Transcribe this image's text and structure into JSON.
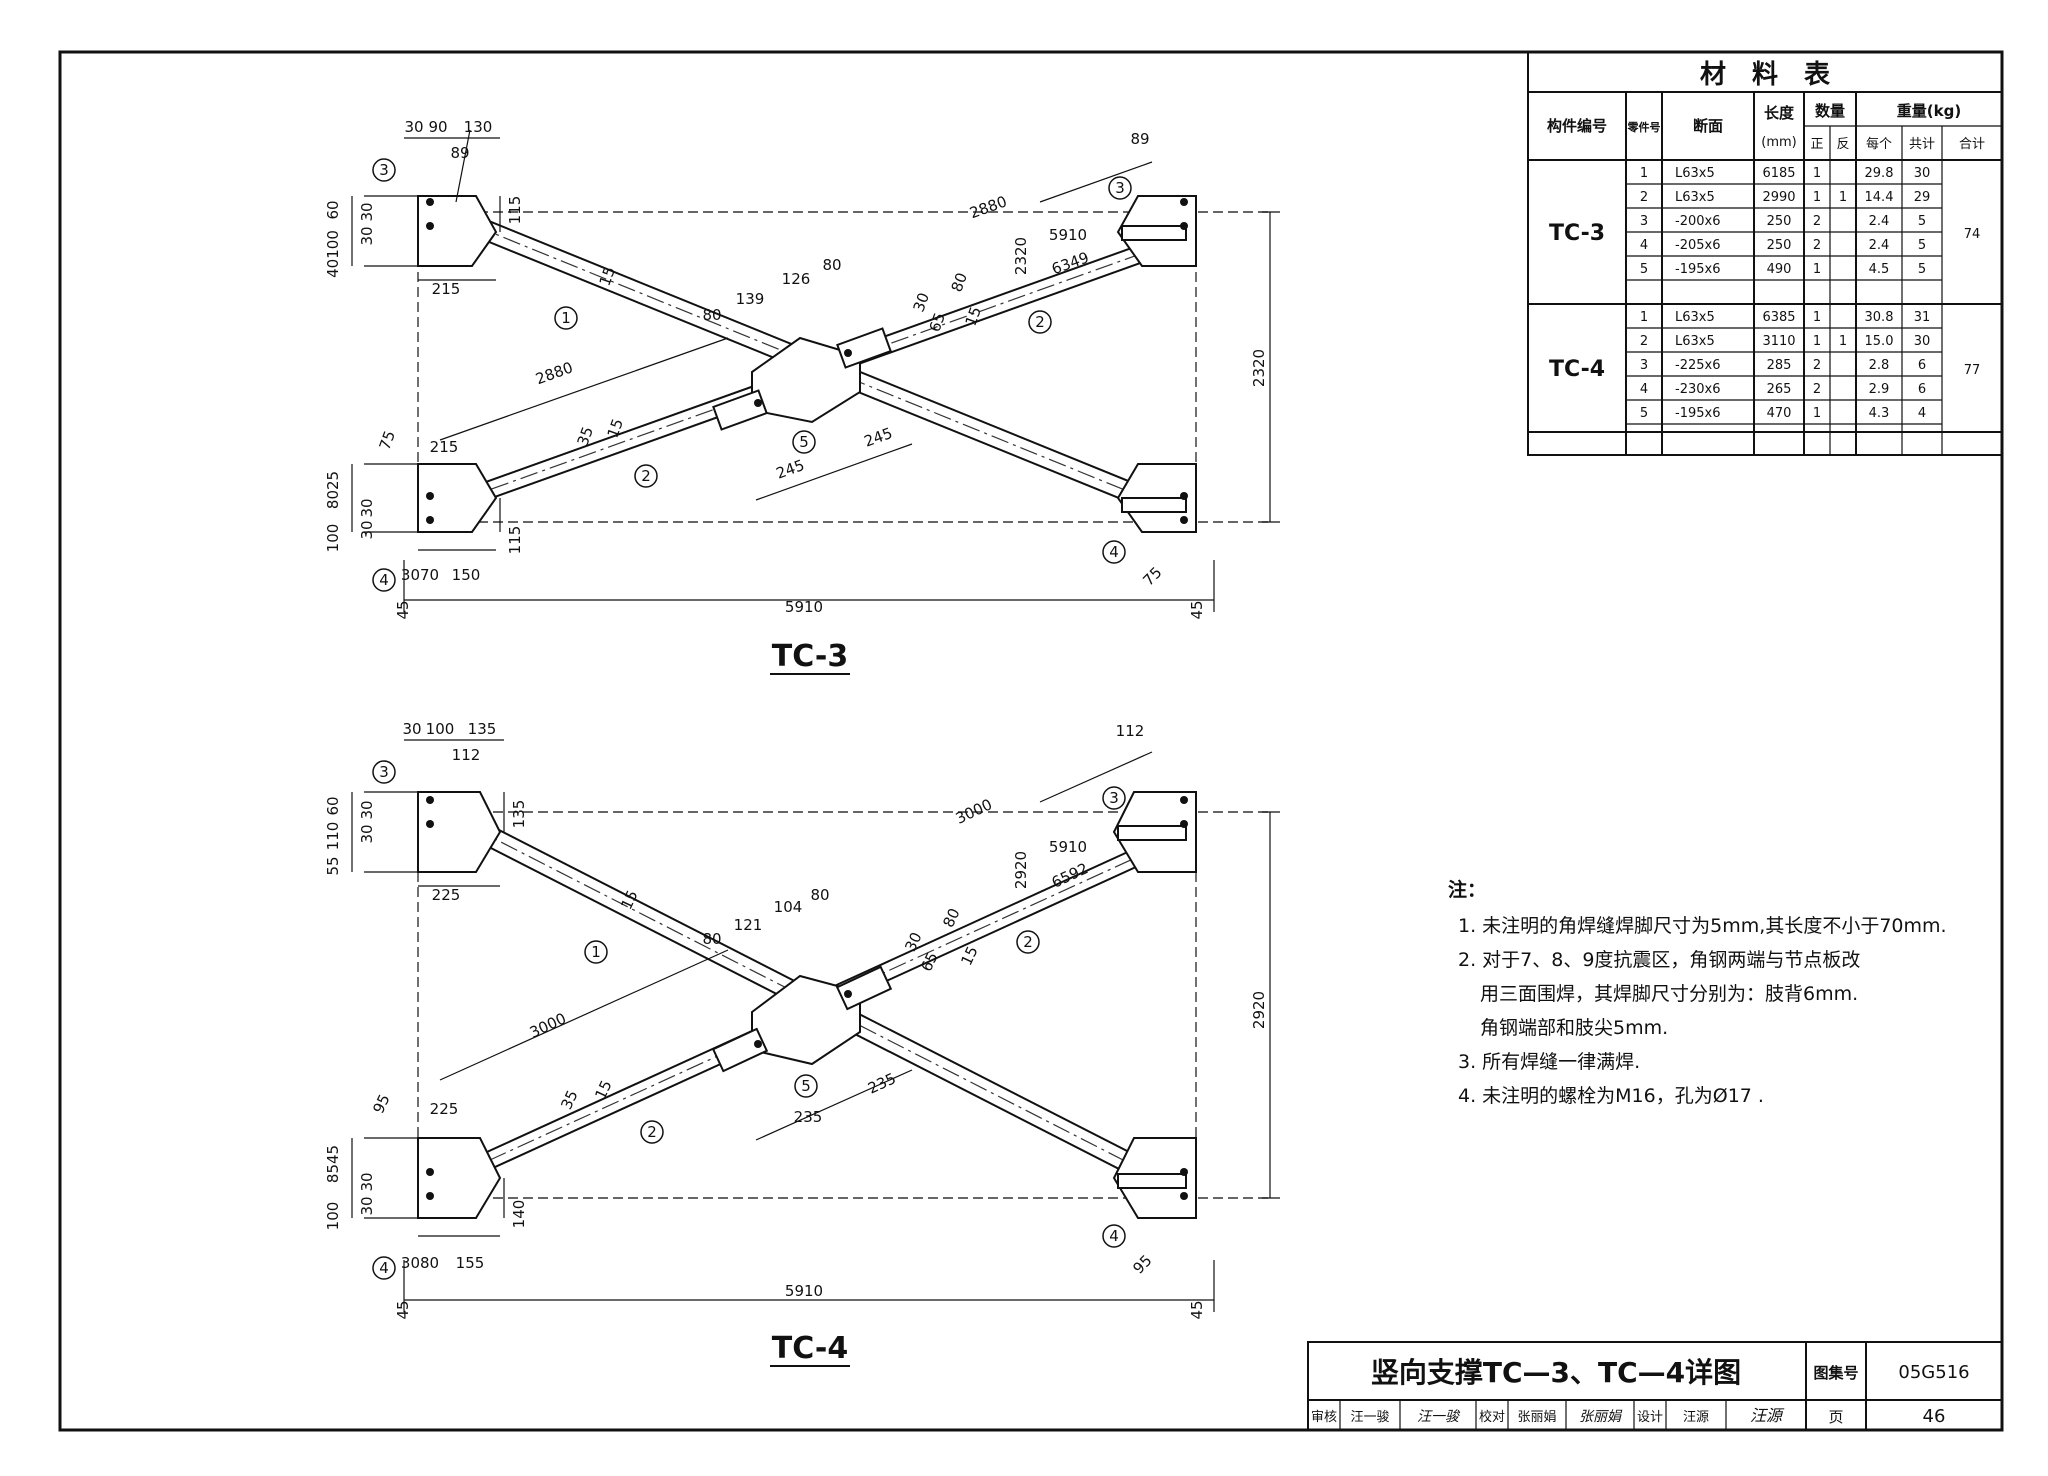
{
  "material_table": {
    "title": "材　料　表",
    "headers": {
      "member_no": "构件编号",
      "part_no": "零件号",
      "section": "断面",
      "length": "长度",
      "length_unit": "(mm)",
      "quantity": "数量",
      "qty_pos": "正",
      "qty_neg": "反",
      "weight": "重量(kg)",
      "w_each": "每个",
      "w_total": "共计",
      "w_sum": "合计"
    },
    "groups": [
      {
        "member": "TC-3",
        "total": "74",
        "rows": [
          {
            "part": "1",
            "section": "L63x5",
            "length": "6185",
            "pos": "1",
            "neg": "",
            "each": "29.8",
            "total": "30"
          },
          {
            "part": "2",
            "section": "L63x5",
            "length": "2990",
            "pos": "1",
            "neg": "1",
            "each": "14.4",
            "total": "29"
          },
          {
            "part": "3",
            "section": "-200x6",
            "length": "250",
            "pos": "2",
            "neg": "",
            "each": "2.4",
            "total": "5"
          },
          {
            "part": "4",
            "section": "-205x6",
            "length": "250",
            "pos": "2",
            "neg": "",
            "each": "2.4",
            "total": "5"
          },
          {
            "part": "5",
            "section": "-195x6",
            "length": "490",
            "pos": "1",
            "neg": "",
            "each": "4.5",
            "total": "5"
          }
        ]
      },
      {
        "member": "TC-4",
        "total": "77",
        "rows": [
          {
            "part": "1",
            "section": "L63x5",
            "length": "6385",
            "pos": "1",
            "neg": "",
            "each": "30.8",
            "total": "31"
          },
          {
            "part": "2",
            "section": "L63x5",
            "length": "3110",
            "pos": "1",
            "neg": "1",
            "each": "15.0",
            "total": "30"
          },
          {
            "part": "3",
            "section": "-225x6",
            "length": "285",
            "pos": "2",
            "neg": "",
            "each": "2.8",
            "total": "6"
          },
          {
            "part": "4",
            "section": "-230x6",
            "length": "265",
            "pos": "2",
            "neg": "",
            "each": "2.9",
            "total": "6"
          },
          {
            "part": "5",
            "section": "-195x6",
            "length": "470",
            "pos": "1",
            "neg": "",
            "each": "4.3",
            "total": "4"
          }
        ]
      }
    ]
  },
  "tc3": {
    "caption": "TC-3",
    "dims": {
      "top_30": "30",
      "top_90": "90",
      "top_130": "130",
      "ang_89a": "89",
      "ang_89b": "89",
      "left_60": "60",
      "left_40100": "40100",
      "left_30a": "30",
      "left_30b": "30",
      "v_115a": "115",
      "h_215a": "215",
      "diag_2880a": "2880",
      "diag_2320": "2320",
      "diag_5910": "5910",
      "diag_6349": "6349",
      "weld_15a": "15",
      "d_80a": "80",
      "d_139": "139",
      "d_126": "126",
      "d_80b": "80",
      "d_80c": "80",
      "d_30": "30",
      "d_65": "65",
      "d_15b": "15",
      "diag_2880b": "2880",
      "d_75": "75",
      "h_215b": "215",
      "d_35": "35",
      "d_15c": "15",
      "d_245a": "245",
      "d_245b": "245",
      "left_8025": "8025",
      "left_100": "100",
      "left_30c": "30",
      "left_30d": "30",
      "v_115b": "115",
      "b_3070": "3070",
      "b_150": "150",
      "b_45a": "45",
      "b_5910": "5910",
      "b_45b": "45",
      "r_2320": "2320",
      "ang_75": "75"
    },
    "bubbles": {
      "b1": "1",
      "b2a": "2",
      "b2b": "2",
      "b3a": "3",
      "b3b": "3",
      "b4a": "4",
      "b4b": "4",
      "b5": "5"
    }
  },
  "tc4": {
    "caption": "TC-4",
    "dims": {
      "top_30": "30",
      "top_100": "100",
      "top_135": "135",
      "ang_112a": "112",
      "ang_112b": "112",
      "left_60": "60",
      "left_110": "110",
      "left_55": "55",
      "left_30a": "30",
      "left_30b": "30",
      "v_135": "135",
      "h_225a": "225",
      "diag_3000a": "3000",
      "diag_2920": "2920",
      "diag_5910": "5910",
      "diag_6592": "6592",
      "weld_15a": "15",
      "d_80a": "80",
      "d_121": "121",
      "d_104": "104",
      "d_80b": "80",
      "d_80c": "80",
      "d_30": "30",
      "d_65": "65",
      "d_15b": "15",
      "diag_3000b": "3000",
      "d_95": "95",
      "h_225b": "225",
      "d_35": "35",
      "d_15c": "15",
      "d_235a": "235",
      "d_235b": "235",
      "left_8545": "8545",
      "left_100": "100",
      "left_30c": "30",
      "left_30d": "30",
      "v_140": "140",
      "b_3080": "3080",
      "b_155": "155",
      "b_45a": "45",
      "b_5910": "5910",
      "b_45b": "45",
      "r_2920": "2920",
      "ang_95": "95"
    },
    "bubbles": {
      "b1": "1",
      "b2a": "2",
      "b2b": "2",
      "b3a": "3",
      "b3b": "3",
      "b4a": "4",
      "b4b": "4",
      "b5": "5"
    }
  },
  "notes": {
    "heading": "注：",
    "items": [
      "1. 未注明的角焊缝焊脚尺寸为5mm,其长度不小于70mm.",
      "2. 对于7、8、9度抗震区，角钢两端与节点板改",
      "用三面围焊，其焊脚尺寸分别为：肢背6mm.",
      "角钢端部和肢尖5mm.",
      "3. 所有焊缝一律满焊.",
      "4. 未注明的螺栓为M16，孔为Ø17 ."
    ]
  },
  "title_block": {
    "drawing_title": "竖向支撑TC—3、TC—4详图",
    "atlas_label": "图集号",
    "atlas_no": "05G516",
    "page_label": "页",
    "page_no": "46",
    "review_label": "审核",
    "reviewer": "汪一骏",
    "reviewer_sig": "汪一骏",
    "check_label": "校对",
    "checker": "张丽娟",
    "checker_sig": "张丽娟",
    "design_label": "设计",
    "designer": "汪源",
    "designer_sig": "汪源"
  }
}
